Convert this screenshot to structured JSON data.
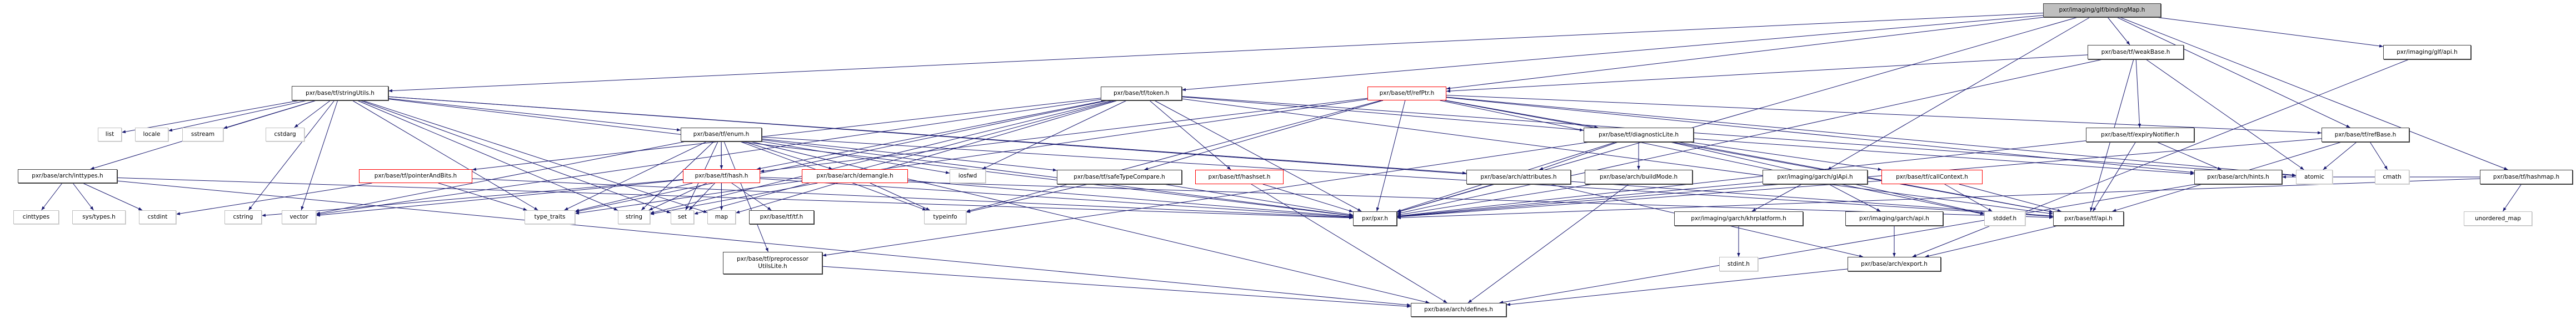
{
  "colors": {
    "edge": "#191970",
    "documented_border": "#404040",
    "incomplete_border": "#ff0000",
    "system_border": "#bfbfbf",
    "root_fill": "#bfbfbf"
  },
  "nodes": [
    {
      "id": "bindingMap",
      "label": "pxr/imaging/glf/bindingMap.h",
      "kind": "root"
    },
    {
      "id": "weakBase",
      "label": "pxr/base/tf/weakBase.h",
      "kind": "black"
    },
    {
      "id": "glfApi",
      "label": "pxr/imaging/glf/api.h",
      "kind": "black"
    },
    {
      "id": "stringUtils",
      "label": "pxr/base/tf/stringUtils.h",
      "kind": "black"
    },
    {
      "id": "token",
      "label": "pxr/base/tf/token.h",
      "kind": "black"
    },
    {
      "id": "refPtr",
      "label": "pxr/base/tf/refPtr.h",
      "kind": "red"
    },
    {
      "id": "list",
      "label": "list",
      "kind": "gray"
    },
    {
      "id": "locale",
      "label": "locale",
      "kind": "gray"
    },
    {
      "id": "sstream",
      "label": "sstream",
      "kind": "gray"
    },
    {
      "id": "cstdarg",
      "label": "cstdarg",
      "kind": "gray"
    },
    {
      "id": "enum",
      "label": "pxr/base/tf/enum.h",
      "kind": "black"
    },
    {
      "id": "diagnosticLite",
      "label": "pxr/base/tf/diagnosticLite.h",
      "kind": "black"
    },
    {
      "id": "expiryNotifier",
      "label": "pxr/base/tf/expiryNotifier.h",
      "kind": "black"
    },
    {
      "id": "refBase",
      "label": "pxr/base/tf/refBase.h",
      "kind": "black"
    },
    {
      "id": "inttypes",
      "label": "pxr/base/arch/inttypes.h",
      "kind": "black"
    },
    {
      "id": "pointerAndBits",
      "label": "pxr/base/tf/pointerAndBits.h",
      "kind": "red"
    },
    {
      "id": "hash",
      "label": "pxr/base/tf/hash.h",
      "kind": "red"
    },
    {
      "id": "demangle",
      "label": "pxr/base/arch/demangle.h",
      "kind": "red"
    },
    {
      "id": "iosfwd",
      "label": "iosfwd",
      "kind": "gray"
    },
    {
      "id": "safeTypeCompare",
      "label": "pxr/base/tf/safeTypeCompare.h",
      "kind": "black"
    },
    {
      "id": "hashset",
      "label": "pxr/base/tf/hashset.h",
      "kind": "red"
    },
    {
      "id": "attributes",
      "label": "pxr/base/arch/attributes.h",
      "kind": "black"
    },
    {
      "id": "buildMode",
      "label": "pxr/base/arch/buildMode.h",
      "kind": "black"
    },
    {
      "id": "glApi",
      "label": "pxr/imaging/garch/glApi.h",
      "kind": "black"
    },
    {
      "id": "callContext",
      "label": "pxr/base/tf/callContext.h",
      "kind": "red"
    },
    {
      "id": "hints",
      "label": "pxr/base/arch/hints.h",
      "kind": "black"
    },
    {
      "id": "atomic",
      "label": "atomic",
      "kind": "gray"
    },
    {
      "id": "cmath",
      "label": "cmath",
      "kind": "gray"
    },
    {
      "id": "hashmap",
      "label": "pxr/base/tf/hashmap.h",
      "kind": "black"
    },
    {
      "id": "cinttypes",
      "label": "cinttypes",
      "kind": "gray"
    },
    {
      "id": "systypes",
      "label": "sys/types.h",
      "kind": "gray"
    },
    {
      "id": "cstdint",
      "label": "cstdint",
      "kind": "gray"
    },
    {
      "id": "cstring",
      "label": "cstring",
      "kind": "gray"
    },
    {
      "id": "vector",
      "label": "vector",
      "kind": "gray"
    },
    {
      "id": "type_traits",
      "label": "type_traits",
      "kind": "gray"
    },
    {
      "id": "string",
      "label": "string",
      "kind": "gray"
    },
    {
      "id": "set",
      "label": "set",
      "kind": "gray"
    },
    {
      "id": "map",
      "label": "map",
      "kind": "gray"
    },
    {
      "id": "tf",
      "label": "pxr/base/tf/tf.h",
      "kind": "black"
    },
    {
      "id": "typeinfo",
      "label": "typeinfo",
      "kind": "gray"
    },
    {
      "id": "pxr",
      "label": "pxr/pxr.h",
      "kind": "black"
    },
    {
      "id": "khrplatform",
      "label": "pxr/imaging/garch/khrplatform.h",
      "kind": "black"
    },
    {
      "id": "garchApi",
      "label": "pxr/imaging/garch/api.h",
      "kind": "black"
    },
    {
      "id": "stddef",
      "label": "stddef.h",
      "kind": "gray"
    },
    {
      "id": "tfApi",
      "label": "pxr/base/tf/api.h",
      "kind": "black"
    },
    {
      "id": "unordered_map",
      "label": "unordered_map",
      "kind": "gray"
    },
    {
      "id": "preprocessorUtilsLite",
      "label": "pxr/base/tf/preprocessor\nUtilsLite.h",
      "kind": "black"
    },
    {
      "id": "stdint",
      "label": "stdint.h",
      "kind": "gray"
    },
    {
      "id": "export",
      "label": "pxr/base/arch/export.h",
      "kind": "black"
    },
    {
      "id": "defines",
      "label": "pxr/base/arch/defines.h",
      "kind": "black"
    }
  ],
  "edges": [
    [
      "bindingMap",
      "pxr"
    ],
    [
      "bindingMap",
      "glfApi"
    ],
    [
      "bindingMap",
      "stringUtils"
    ],
    [
      "bindingMap",
      "token"
    ],
    [
      "bindingMap",
      "weakBase"
    ],
    [
      "bindingMap",
      "hashmap"
    ],
    [
      "bindingMap",
      "refBase"
    ],
    [
      "bindingMap",
      "refPtr"
    ],
    [
      "bindingMap",
      "glApi"
    ],
    [
      "stringUtils",
      "pxr"
    ],
    [
      "stringUtils",
      "attributes"
    ],
    [
      "stringUtils",
      "inttypes"
    ],
    [
      "stringUtils",
      "tfApi"
    ],
    [
      "stringUtils",
      "enum"
    ],
    [
      "stringUtils",
      "list"
    ],
    [
      "stringUtils",
      "locale"
    ],
    [
      "stringUtils",
      "sstream"
    ],
    [
      "stringUtils",
      "cstdarg"
    ],
    [
      "stringUtils",
      "cstring"
    ],
    [
      "stringUtils",
      "string"
    ],
    [
      "stringUtils",
      "vector"
    ],
    [
      "stringUtils",
      "set"
    ],
    [
      "stringUtils",
      "map"
    ],
    [
      "stringUtils",
      "type_traits"
    ],
    [
      "inttypes",
      "defines"
    ],
    [
      "inttypes",
      "pxr"
    ],
    [
      "inttypes",
      "cinttypes"
    ],
    [
      "inttypes",
      "systypes"
    ],
    [
      "inttypes",
      "cstdint"
    ],
    [
      "enum",
      "pxr"
    ],
    [
      "enum",
      "defines"
    ],
    [
      "enum",
      "demangle"
    ],
    [
      "enum",
      "tfApi"
    ],
    [
      "enum",
      "hash"
    ],
    [
      "enum",
      "preprocessorUtilsLite"
    ],
    [
      "enum",
      "safeTypeCompare"
    ],
    [
      "enum",
      "iosfwd"
    ],
    [
      "enum",
      "map"
    ],
    [
      "enum",
      "set"
    ],
    [
      "enum",
      "string"
    ],
    [
      "enum",
      "typeinfo"
    ],
    [
      "enum",
      "type_traits"
    ],
    [
      "enum",
      "vector"
    ],
    [
      "hash",
      "pxr"
    ],
    [
      "hash",
      "tfApi"
    ],
    [
      "hash",
      "tf"
    ],
    [
      "hash",
      "type_traits"
    ],
    [
      "hash",
      "cstring"
    ],
    [
      "hash",
      "string"
    ],
    [
      "hash",
      "map"
    ],
    [
      "hash",
      "set"
    ],
    [
      "hash",
      "vector"
    ],
    [
      "demangle",
      "pxr"
    ],
    [
      "demangle",
      "typeinfo"
    ],
    [
      "demangle",
      "string"
    ],
    [
      "token",
      "pxr"
    ],
    [
      "token",
      "tfApi"
    ],
    [
      "token",
      "diagnosticLite"
    ],
    [
      "token",
      "hash"
    ],
    [
      "token",
      "hashset"
    ],
    [
      "token",
      "pointerAndBits"
    ],
    [
      "token",
      "iosfwd"
    ],
    [
      "token",
      "string"
    ],
    [
      "token",
      "vector"
    ],
    [
      "token",
      "set"
    ],
    [
      "token",
      "map"
    ],
    [
      "token",
      "type_traits"
    ],
    [
      "token",
      "atomic"
    ],
    [
      "refPtr",
      "pxr"
    ],
    [
      "refPtr",
      "diagnosticLite"
    ],
    [
      "refPtr",
      "tfApi"
    ],
    [
      "refPtr",
      "refBase"
    ],
    [
      "refPtr",
      "safeTypeCompare"
    ],
    [
      "refPtr",
      "typeinfo"
    ],
    [
      "refPtr",
      "hints"
    ],
    [
      "refPtr",
      "hash"
    ],
    [
      "refPtr",
      "type_traits"
    ],
    [
      "refPtr",
      "stddef"
    ],
    [
      "refPtr",
      "atomic"
    ],
    [
      "weakBase",
      "pxr"
    ],
    [
      "weakBase",
      "expiryNotifier"
    ],
    [
      "weakBase",
      "refPtr"
    ],
    [
      "weakBase",
      "tfApi"
    ],
    [
      "weakBase",
      "atomic"
    ],
    [
      "refBase",
      "pxr"
    ],
    [
      "refBase",
      "tfApi"
    ],
    [
      "refBase",
      "atomic"
    ],
    [
      "refBase",
      "cmath"
    ],
    [
      "expiryNotifier",
      "pxr"
    ],
    [
      "expiryNotifier",
      "tfApi"
    ],
    [
      "expiryNotifier",
      "hints"
    ],
    [
      "diagnosticLite",
      "pxr"
    ],
    [
      "diagnosticLite",
      "tfApi"
    ],
    [
      "diagnosticLite",
      "attributes"
    ],
    [
      "diagnosticLite",
      "buildMode"
    ],
    [
      "diagnosticLite",
      "callContext"
    ],
    [
      "diagnosticLite",
      "hints"
    ],
    [
      "diagnosticLite",
      "preprocessorUtilsLite"
    ],
    [
      "diagnosticLite",
      "stddef"
    ],
    [
      "callContext",
      "pxr"
    ],
    [
      "callContext",
      "tfApi"
    ],
    [
      "callContext",
      "stddef"
    ],
    [
      "hashmap",
      "pxr"
    ],
    [
      "hashmap",
      "hints"
    ],
    [
      "hashmap",
      "unordered_map"
    ],
    [
      "glfApi",
      "export"
    ],
    [
      "glApi",
      "khrplatform"
    ],
    [
      "glApi",
      "garchApi"
    ],
    [
      "glApi",
      "pxr"
    ],
    [
      "garchApi",
      "export"
    ],
    [
      "export",
      "defines"
    ],
    [
      "attributes",
      "pxr"
    ],
    [
      "attributes",
      "export"
    ],
    [
      "buildMode",
      "pxr"
    ],
    [
      "buildMode",
      "defines"
    ],
    [
      "hints",
      "defines"
    ],
    [
      "tfApi",
      "export"
    ],
    [
      "preprocessorUtilsLite",
      "defines"
    ],
    [
      "hashset",
      "pxr"
    ],
    [
      "hashset",
      "defines"
    ],
    [
      "safeTypeCompare",
      "pxr"
    ],
    [
      "safeTypeCompare",
      "typeinfo"
    ],
    [
      "pointerAndBits",
      "pxr"
    ],
    [
      "pointerAndBits",
      "cstdint"
    ],
    [
      "pointerAndBits",
      "type_traits"
    ],
    [
      "khrplatform",
      "stdint"
    ]
  ]
}
